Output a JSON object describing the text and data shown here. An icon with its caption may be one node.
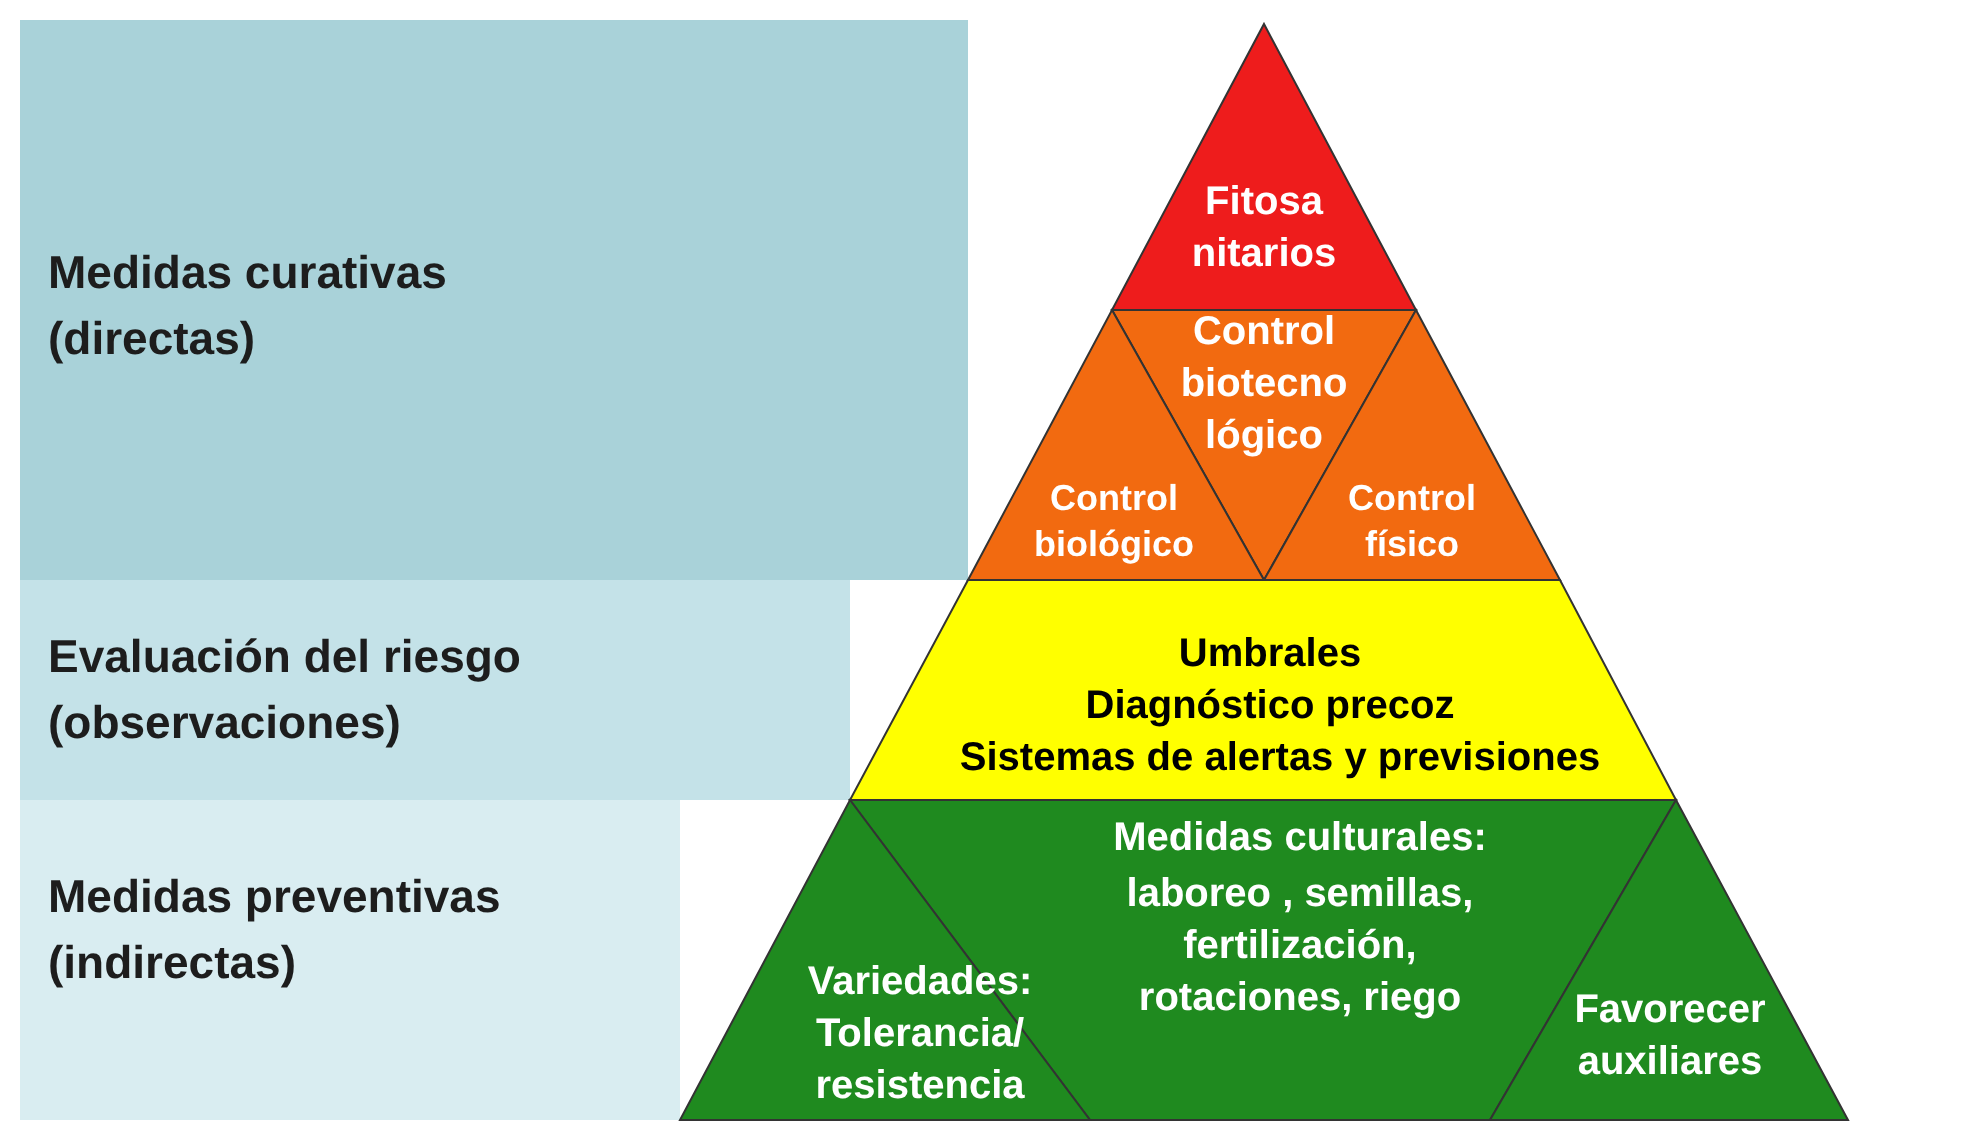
{
  "diagram": {
    "nodes": [
      {
        "text": [
          "Medidas curativas (directas)"
        ]
      },
      {
        "text": [
          "Evaluación del riesgo (observaciones)"
        ]
      },
      {
        "text": [
          "Medidas preventivas (indirectas)"
        ]
      },
      {
        "text": [
          "Fitosa nitarios"
        ]
      },
      {
        "text": [
          "Control biotecno lógico"
        ]
      },
      {
        "text": [
          "Control biológico"
        ]
      },
      {
        "text": [
          "Control físico"
        ]
      },
      {
        "text": [
          "Umbrales",
          "Diagnóstico precoz",
          "Sistemas de alertas y previsiones"
        ]
      },
      {
        "text": [
          "Medidas culturales:",
          "laboreo , semillas, fertilización, rotaciones, riego"
        ]
      },
      {
        "text": [
          "Variedades: Tolerancia/ resistencia"
        ]
      },
      {
        "text": [
          "Favorecer auxiliares"
        ]
      }
    ],
    "edges": []
  }
}
